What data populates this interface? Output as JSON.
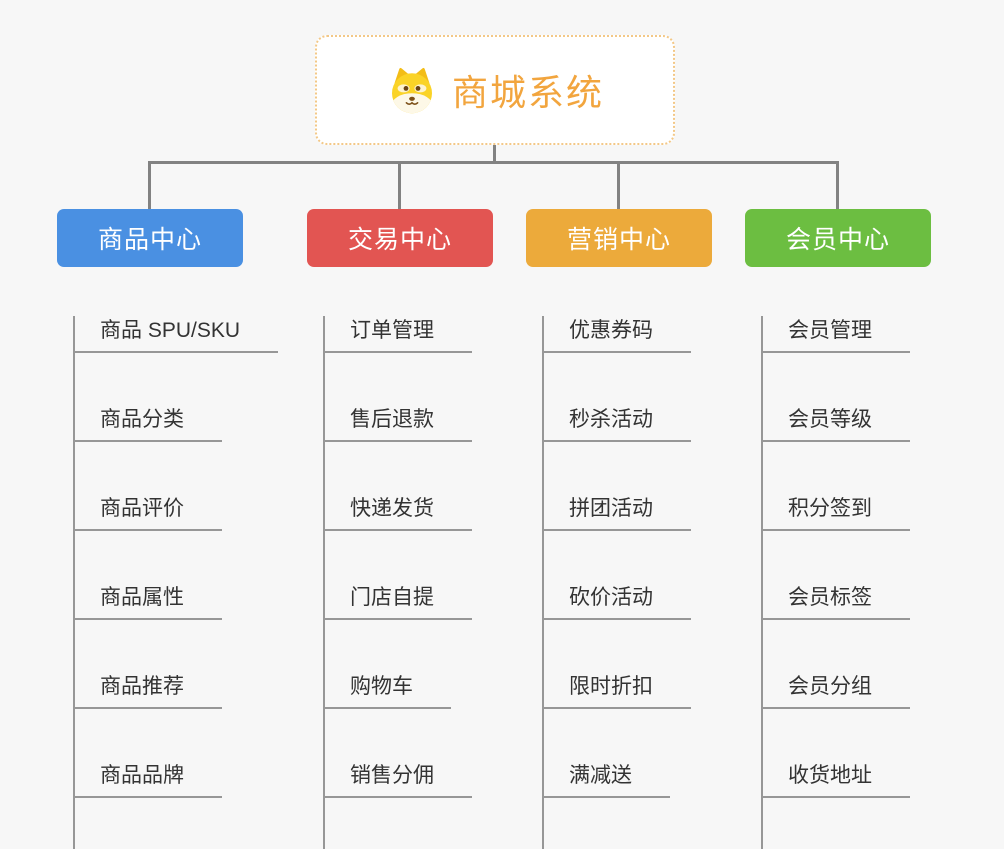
{
  "root": {
    "title": "商城系统",
    "icon": "dog-icon",
    "accent_color": "#f2a53e",
    "border_color": "#f3c887"
  },
  "connectors": {
    "line_color": "#828282"
  },
  "branches": [
    {
      "label": "商品中心",
      "color": "#4a90e2",
      "items": [
        "商品 SPU/SKU",
        "商品分类",
        "商品评价",
        "商品属性",
        "商品推荐",
        "商品品牌"
      ]
    },
    {
      "label": "交易中心",
      "color": "#e25552",
      "items": [
        "订单管理",
        "售后退款",
        "快递发货",
        "门店自提",
        "购物车",
        "销售分佣"
      ]
    },
    {
      "label": "营销中心",
      "color": "#ecaa3b",
      "items": [
        "优惠券码",
        "秒杀活动",
        "拼团活动",
        "砍价活动",
        "限时折扣",
        "满减送"
      ]
    },
    {
      "label": "会员中心",
      "color": "#6cbe41",
      "items": [
        "会员管理",
        "会员等级",
        "积分签到",
        "会员标签",
        "会员分组",
        "收货地址"
      ]
    }
  ]
}
